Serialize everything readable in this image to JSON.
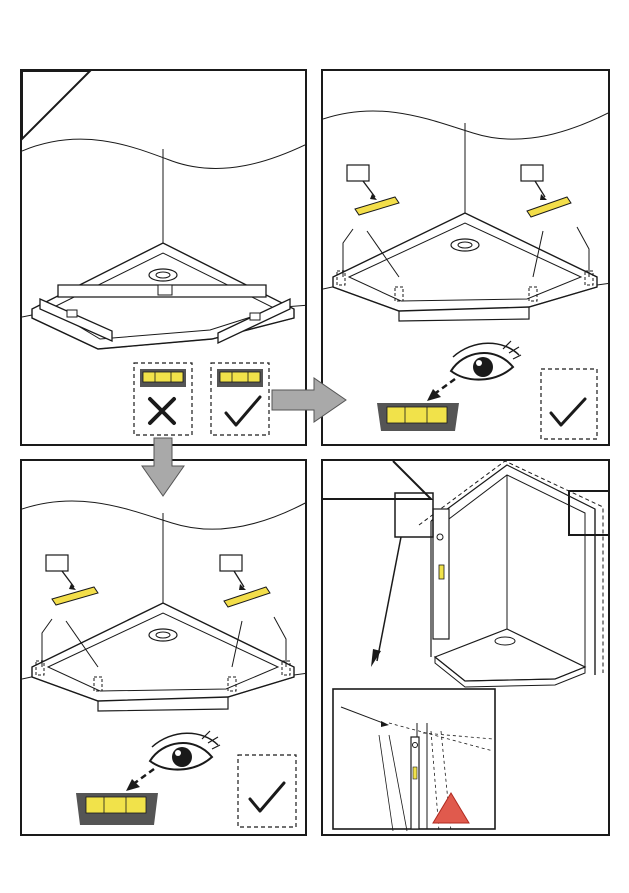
{
  "colors": {
    "ink": "#1a1a1a",
    "level_vial": "#f1e24a",
    "level_body": "#555555",
    "wood": "#f3de4a",
    "arrow_fill": "#a9a9a9",
    "warning": "#e05a4d"
  },
  "steps": [
    {
      "panel": "level-check-tray",
      "icons": [
        "spirit-level-icon",
        "bubble-off-center-icon",
        "cross-icon",
        "bubble-centered-icon",
        "check-icon"
      ]
    },
    {
      "panel": "shim-tray-left-right",
      "icons": [
        "shim-icon",
        "eye-icon",
        "spirit-level-icon",
        "check-icon"
      ]
    },
    {
      "panel": "shim-tray-recheck",
      "icons": [
        "shim-icon",
        "eye-icon",
        "spirit-level-icon",
        "check-icon"
      ]
    },
    {
      "panel": "wall-profile-plumb",
      "icons": [
        "wall-profile-icon",
        "spirit-level-icon",
        "magnifier-icon",
        "warning-icon"
      ]
    }
  ]
}
